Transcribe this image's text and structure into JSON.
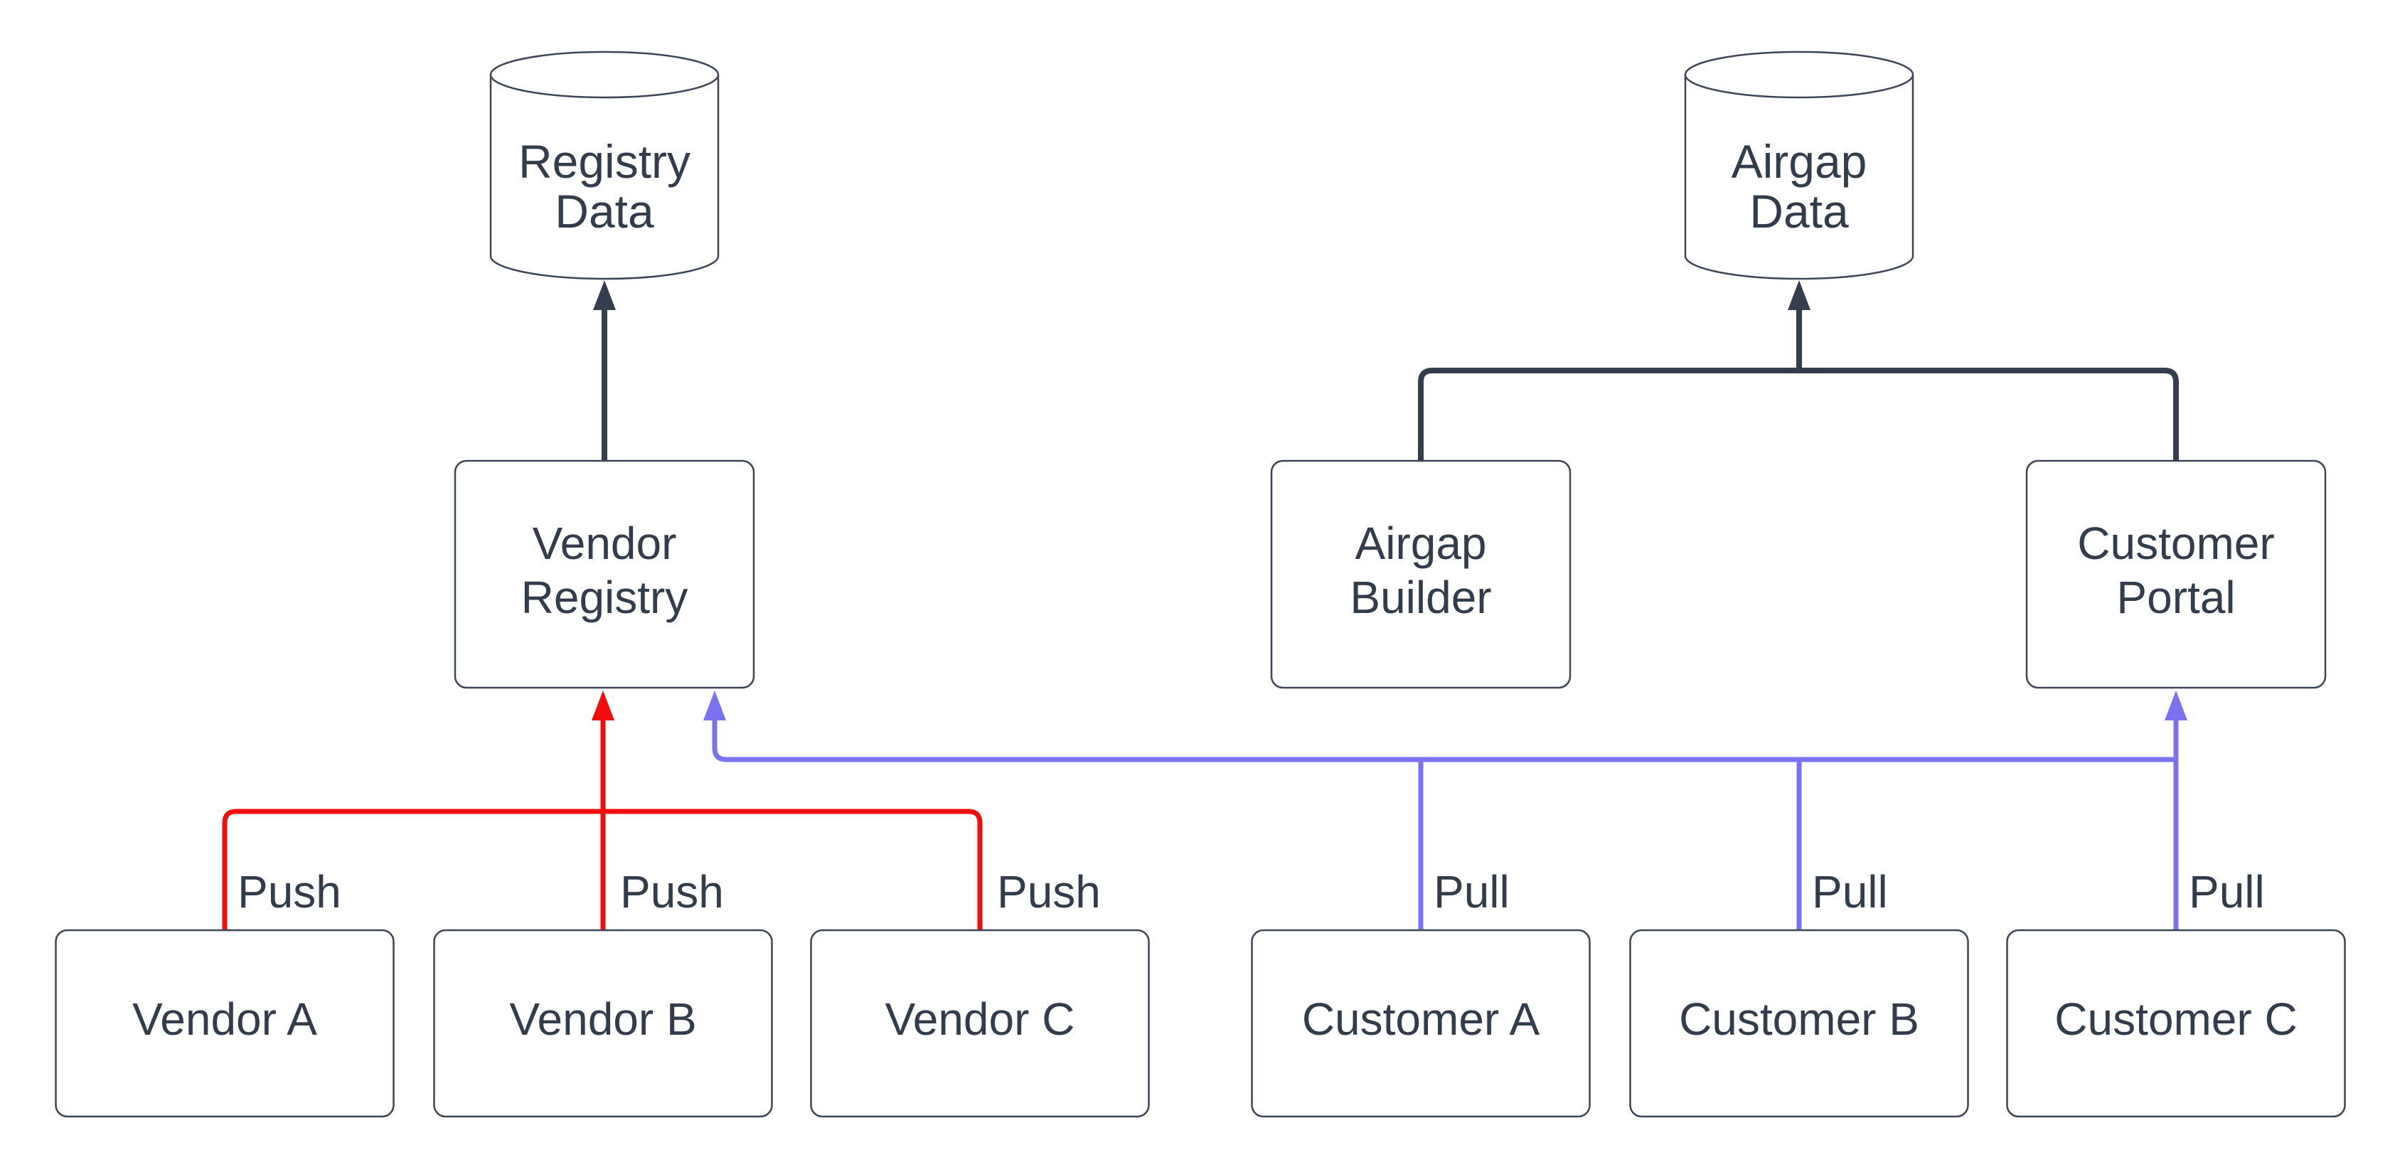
{
  "diagram": {
    "type": "flowchart",
    "colors": {
      "ink": "#333C4B",
      "border": "#3C4656",
      "dark_edge": "#343E4E",
      "push_edge": "#F20D0D",
      "pull_edge": "#7B72F2",
      "node_fill": "#FFFFFF",
      "background": "#FFFFFF"
    },
    "nodes": {
      "registry_data": {
        "shape": "cylinder",
        "line1": "Registry",
        "line2": "Data"
      },
      "airgap_data": {
        "shape": "cylinder",
        "line1": "Airgap",
        "line2": "Data"
      },
      "vendor_registry": {
        "shape": "rect",
        "line1": "Vendor",
        "line2": "Registry"
      },
      "airgap_builder": {
        "shape": "rect",
        "line1": "Airgap",
        "line2": "Builder"
      },
      "customer_portal": {
        "shape": "rect",
        "line1": "Customer",
        "line2": "Portal"
      },
      "vendor_a": {
        "shape": "rect",
        "label": "Vendor A"
      },
      "vendor_b": {
        "shape": "rect",
        "label": "Vendor B"
      },
      "vendor_c": {
        "shape": "rect",
        "label": "Vendor C"
      },
      "customer_a": {
        "shape": "rect",
        "label": "Customer A"
      },
      "customer_b": {
        "shape": "rect",
        "label": "Customer B"
      },
      "customer_c": {
        "shape": "rect",
        "label": "Customer C"
      }
    },
    "edges": [
      {
        "from": "vendor_registry",
        "to": [
          "registry_data"
        ],
        "label": "",
        "color": "dark"
      },
      {
        "from": "airgap_builder",
        "to": [
          "airgap_data"
        ],
        "label": "",
        "color": "dark"
      },
      {
        "from": "customer_portal",
        "to": [
          "airgap_data"
        ],
        "label": "",
        "color": "dark"
      },
      {
        "from": "vendor_a",
        "to": [
          "vendor_registry"
        ],
        "label": "Push",
        "color": "red"
      },
      {
        "from": "vendor_b",
        "to": [
          "vendor_registry"
        ],
        "label": "Push",
        "color": "red"
      },
      {
        "from": "vendor_c",
        "to": [
          "vendor_registry"
        ],
        "label": "Push",
        "color": "red"
      },
      {
        "from": "customer_a",
        "to": [
          "vendor_registry",
          "customer_portal"
        ],
        "label": "Pull",
        "color": "blue"
      },
      {
        "from": "customer_b",
        "to": [
          "vendor_registry",
          "customer_portal"
        ],
        "label": "Pull",
        "color": "blue"
      },
      {
        "from": "customer_c",
        "to": [
          "vendor_registry",
          "customer_portal"
        ],
        "label": "Pull",
        "color": "blue"
      }
    ]
  }
}
